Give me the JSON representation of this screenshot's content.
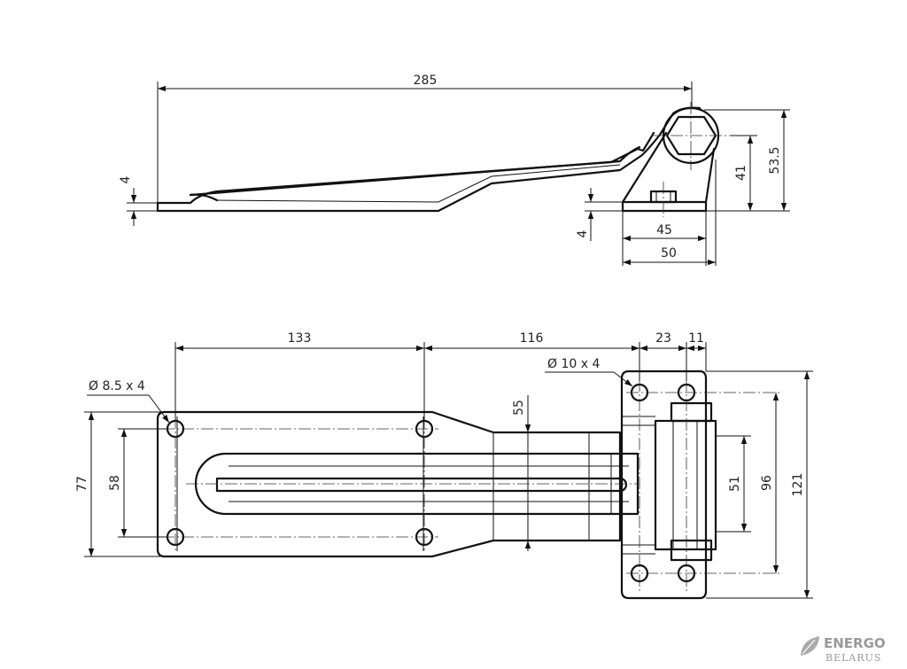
{
  "side_view": {
    "dim_length": "285",
    "dim_plate_thickness": "4",
    "dim_total_height": "53.5",
    "dim_pin_height": "41",
    "dim_foot_thickness": "4",
    "dim_foot_inner": "45",
    "dim_foot_outer": "50"
  },
  "top_view": {
    "dim_plate_length": "133",
    "dim_arm_length": "116",
    "dim_pin_offset_a": "23",
    "dim_pin_offset_b": "11",
    "hole_note_plate": "Ø 8.5  x 4",
    "hole_note_base": "Ø 10  x 4",
    "dim_arm_width": "55",
    "dim_plate_width": "77",
    "dim_hole_spacing_plate": "58",
    "dim_knuckle_width": "51",
    "dim_hole_spacing_base": "96",
    "dim_base_width": "121"
  },
  "logo": {
    "name": "ENERGO",
    "sub": "BELARUS"
  }
}
